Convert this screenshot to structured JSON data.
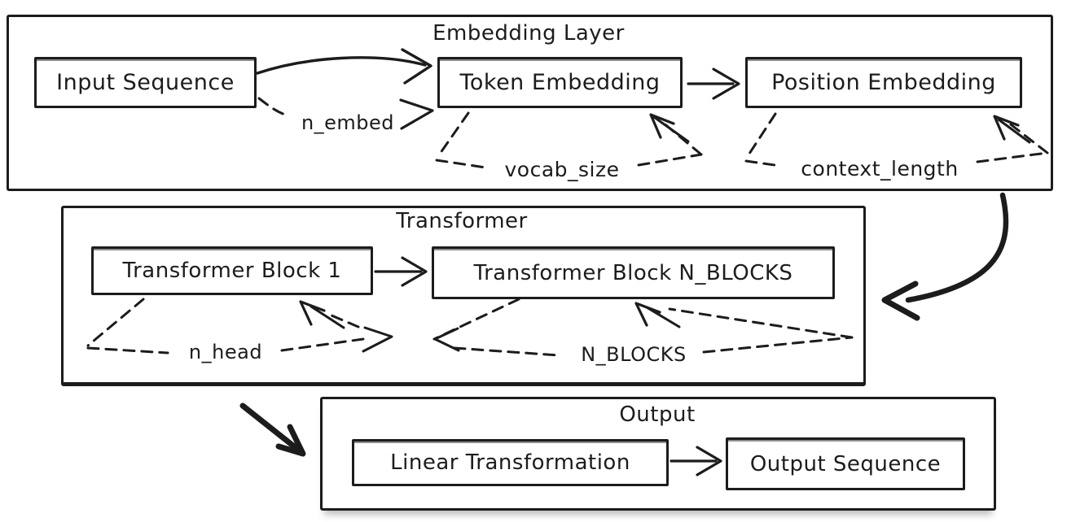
{
  "colors": {
    "ink": "#1c1c1c",
    "background": "#ffffff"
  },
  "sections": {
    "embedding": {
      "title": "Embedding Layer",
      "nodes": {
        "input": "Input Sequence",
        "token": "Token Embedding",
        "position": "Position Embedding"
      },
      "params": {
        "n_embed": "n_embed",
        "vocab_size": "vocab_size",
        "context_length": "context_length"
      }
    },
    "transformer": {
      "title": "Transformer",
      "nodes": {
        "block1": "Transformer Block 1",
        "blockN": "Transformer Block N_BLOCKS"
      },
      "params": {
        "n_head": "n_head",
        "n_blocks": "N_BLOCKS"
      }
    },
    "output": {
      "title": "Output",
      "nodes": {
        "linear": "Linear Transformation",
        "sequence": "Output Sequence"
      }
    }
  }
}
